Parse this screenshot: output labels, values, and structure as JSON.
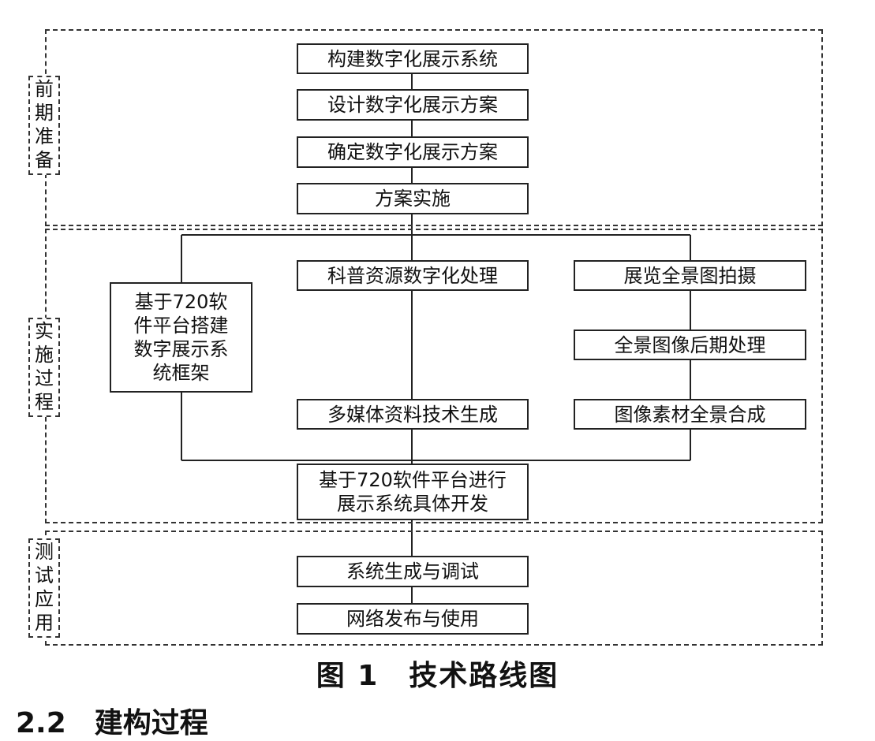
{
  "phases": [
    {
      "id": "prep",
      "chars": [
        "前",
        "期",
        "准",
        "备"
      ]
    },
    {
      "id": "impl",
      "chars": [
        "实",
        "施",
        "过",
        "程"
      ]
    },
    {
      "id": "test",
      "chars": [
        "测",
        "试",
        "应",
        "用"
      ]
    }
  ],
  "nodes": {
    "build_system": "构建数字化展示系统",
    "design_plan": "设计数字化展示方案",
    "confirm_plan": "确定数字化展示方案",
    "plan_implementation": "方案实施",
    "science_digitization": "科普资源数字化处理",
    "panorama_photo": "展览全景图拍摄",
    "framework_720": "基于720软\n件平台搭建\n数字展示系\n统框架",
    "panorama_postprocess": "全景图像后期处理",
    "multimedia_generation": "多媒体资料技术生成",
    "panorama_synthesis": "图像素材全景合成",
    "system_development": "基于720软件平台进行\n展示系统具体开发",
    "system_debug": "系统生成与调试",
    "network_publish": "网络发布与使用"
  },
  "caption": "图 1　技术路线图",
  "footer": "2.2　建构过程"
}
